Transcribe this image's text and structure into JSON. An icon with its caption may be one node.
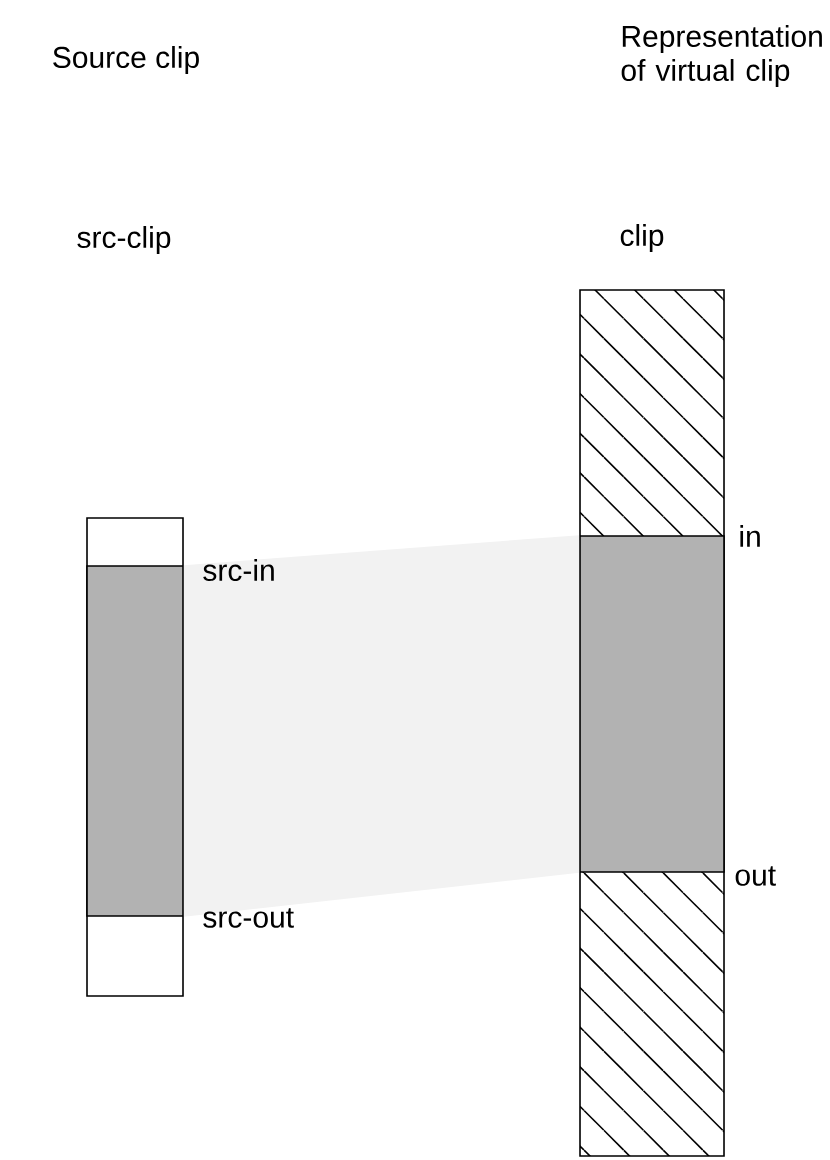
{
  "diagram": {
    "nodes": [
      {
        "text": [],
        "shape": "box"
      },
      {
        "text": [],
        "shape": "bar",
        "in": 0
      },
      {
        "text": [],
        "shape": "box"
      },
      {
        "text": [],
        "shape": "bar",
        "in": 2
      }
    ],
    "edges": [
      {
        "from": 1,
        "to": 3,
        "arrow": "none"
      }
    ],
    "labels": [
      "Source clip",
      "Representation of virtual clip",
      "src-clip",
      "clip",
      "src-in",
      "in",
      "out",
      "src-out"
    ]
  }
}
